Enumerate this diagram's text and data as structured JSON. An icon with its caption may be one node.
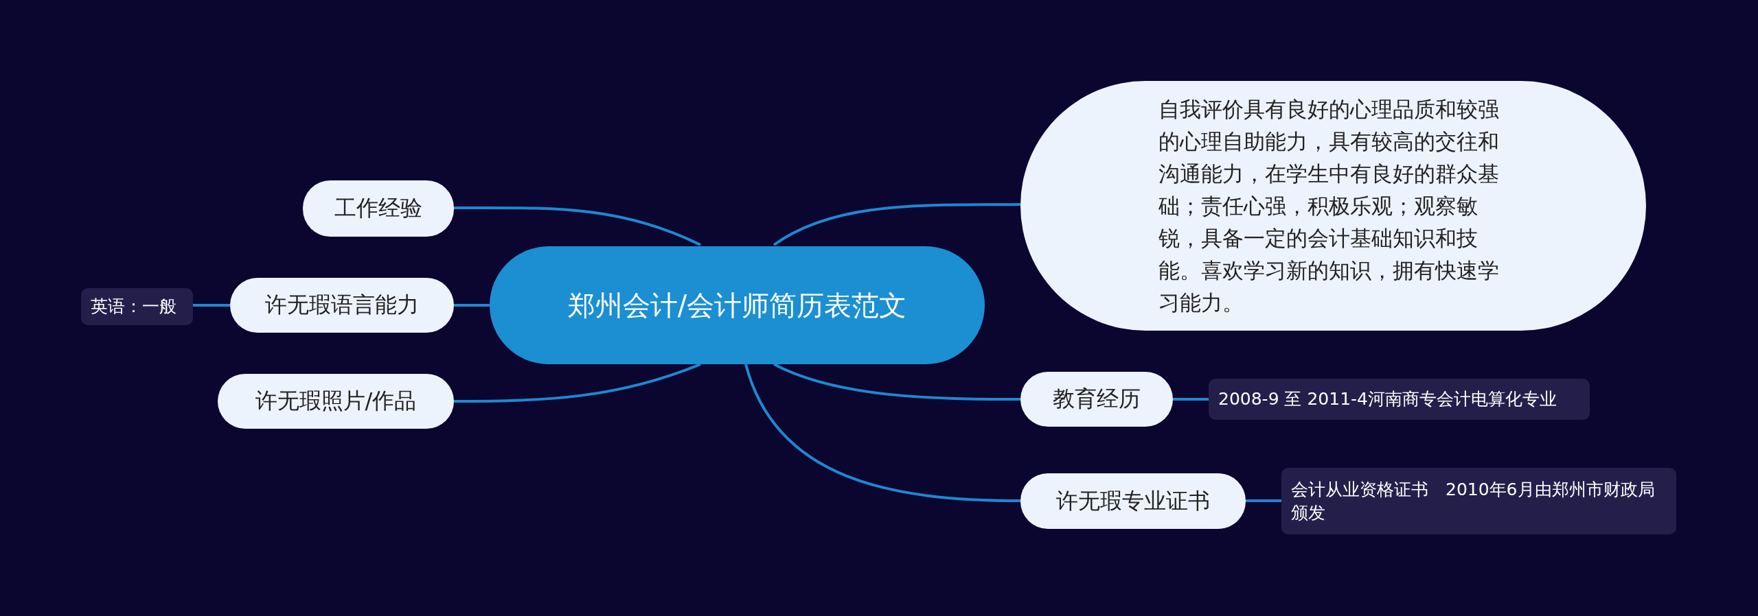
{
  "diagram": {
    "nodes": [
      {
        "text": [
          "郑州会计/会计师简历表范文"
        ]
      },
      {
        "text": [
          "工作经验"
        ]
      },
      {
        "text": [
          "许无瑕语言能力"
        ]
      },
      {
        "text": [
          "英语：一般"
        ]
      },
      {
        "text": [
          "许无瑕照片/作品"
        ]
      },
      {
        "text": [
          "自我评价具有良好的心理品质和较强的心理自助能力，具有较高的交往和沟通能力，在学生中有良好的群众基础；责任心强，积极乐观；观察敏锐，具备一定的会计基础知识和技能。喜欢学习新的知识，拥有快速学习能力。"
        ]
      },
      {
        "text": [
          "教育经历"
        ]
      },
      {
        "text": [
          "2008-9 至 2011-4河南商专会计电算化专业"
        ]
      },
      {
        "text": [
          "许无瑕专业证书"
        ]
      },
      {
        "text": [
          "会计从业资格证书　2010年6月由郑州市财政局颁发"
        ]
      }
    ],
    "edges": [
      {
        "from": 0,
        "to": 1,
        "arrow": "none"
      },
      {
        "from": 0,
        "to": 2,
        "arrow": "none"
      },
      {
        "from": 2,
        "to": 3,
        "arrow": "none"
      },
      {
        "from": 0,
        "to": 4,
        "arrow": "none"
      },
      {
        "from": 0,
        "to": 5,
        "arrow": "none"
      },
      {
        "from": 0,
        "to": 6,
        "arrow": "none"
      },
      {
        "from": 6,
        "to": 7,
        "arrow": "none"
      },
      {
        "from": 0,
        "to": 8,
        "arrow": "none"
      },
      {
        "from": 8,
        "to": 9,
        "arrow": "none"
      }
    ]
  }
}
